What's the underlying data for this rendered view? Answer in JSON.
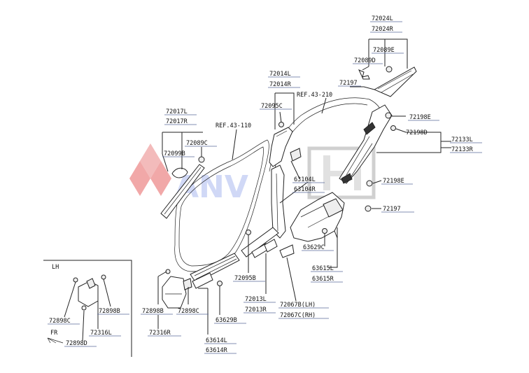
{
  "watermark": {
    "text": "ANV",
    "brand_red": "#e03a3a",
    "brand_blue": "#3a5ad0"
  },
  "inset": {
    "title": "LH",
    "direction": "FR"
  },
  "labels": {
    "l72024L": "72024L",
    "l72024R": "72024R",
    "l72089E": "72089E",
    "l72089D": "72089D",
    "l72014L": "72014L",
    "l72014R": "72014R",
    "l72197a": "72197",
    "ref210": "REF.43-210",
    "l72095C": "72095C",
    "l72198E_a": "72198E",
    "l72198D": "72198D",
    "l72133L": "72133L",
    "l72133R": "72133R",
    "l72017L": "72017L",
    "l72017R": "72017R",
    "ref110": "REF.43-110",
    "l72089C": "72089C",
    "l72099B": "72099B",
    "l63104L": "63104L",
    "l63104R": "63104R",
    "l72198E_b": "72198E",
    "l72197b": "72197",
    "l63629C": "63629C",
    "l63615L": "63615L",
    "l63615R": "63615R",
    "l72095B": "72095B",
    "l72013L": "72013L",
    "l72013R": "72013R",
    "l72067B": "72067B(LH)",
    "l72067C": "72067C(RH)",
    "l72898B_a": "72898B",
    "l72898C_a": "72898C",
    "l72316R": "72316R",
    "l63629B": "63629B",
    "l63614L": "63614L",
    "l63614R": "63614R",
    "l72898C_b": "72898C",
    "l72898B_b": "72898B",
    "l72316L": "72316L",
    "l72898D": "72898D"
  }
}
